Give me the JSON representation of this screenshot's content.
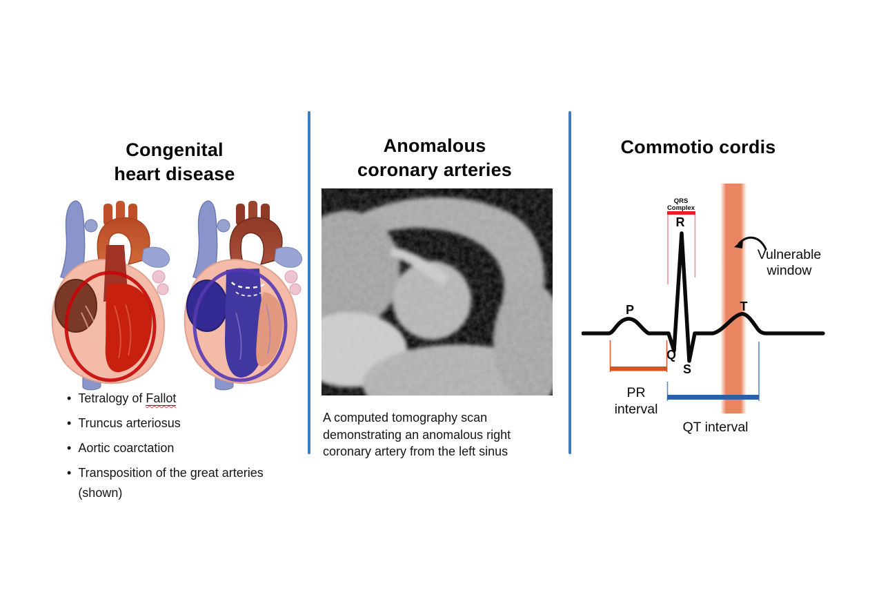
{
  "colors": {
    "divider_blue": "#3E7CC1",
    "vulnerable_band_salmon": "#E98561",
    "qrs_bracket_red": "#EC1C2E",
    "pr_bar_orange": "#D4551D",
    "qt_bar_blue": "#2B5FA6",
    "ecg_trace_black": "#0a0a0a"
  },
  "left_panel": {
    "title_line1": "Congenital",
    "title_line2": "heart disease",
    "bullet_char": "•",
    "bullets": {
      "b1_prefix": "Tetralogy of ",
      "b1_underlined_word": "Fallot",
      "b2": "Truncus arteriosus",
      "b3": "Aortic coarctation",
      "b4": "Transposition of the great arteries",
      "b4_continuation": "(shown)"
    }
  },
  "middle_panel": {
    "title_line1": "Anomalous",
    "title_line2": "coronary arteries",
    "caption_lines": [
      "A computed tomography scan",
      "demonstrating an anomalous right",
      "coronary artery from the left sinus"
    ]
  },
  "right_panel": {
    "title": "Commotio cordis",
    "ecg": {
      "qrs_label_line1": "QRS",
      "qrs_label_line2": "Complex",
      "wave_p": "P",
      "wave_q": "Q",
      "wave_r": "R",
      "wave_s": "S",
      "wave_t": "T",
      "vulnerable_line1": "Vulnerable",
      "vulnerable_line2": "window",
      "pr_label_line1": "PR",
      "pr_label_line2": "interval",
      "qt_label": "QT interval"
    }
  }
}
